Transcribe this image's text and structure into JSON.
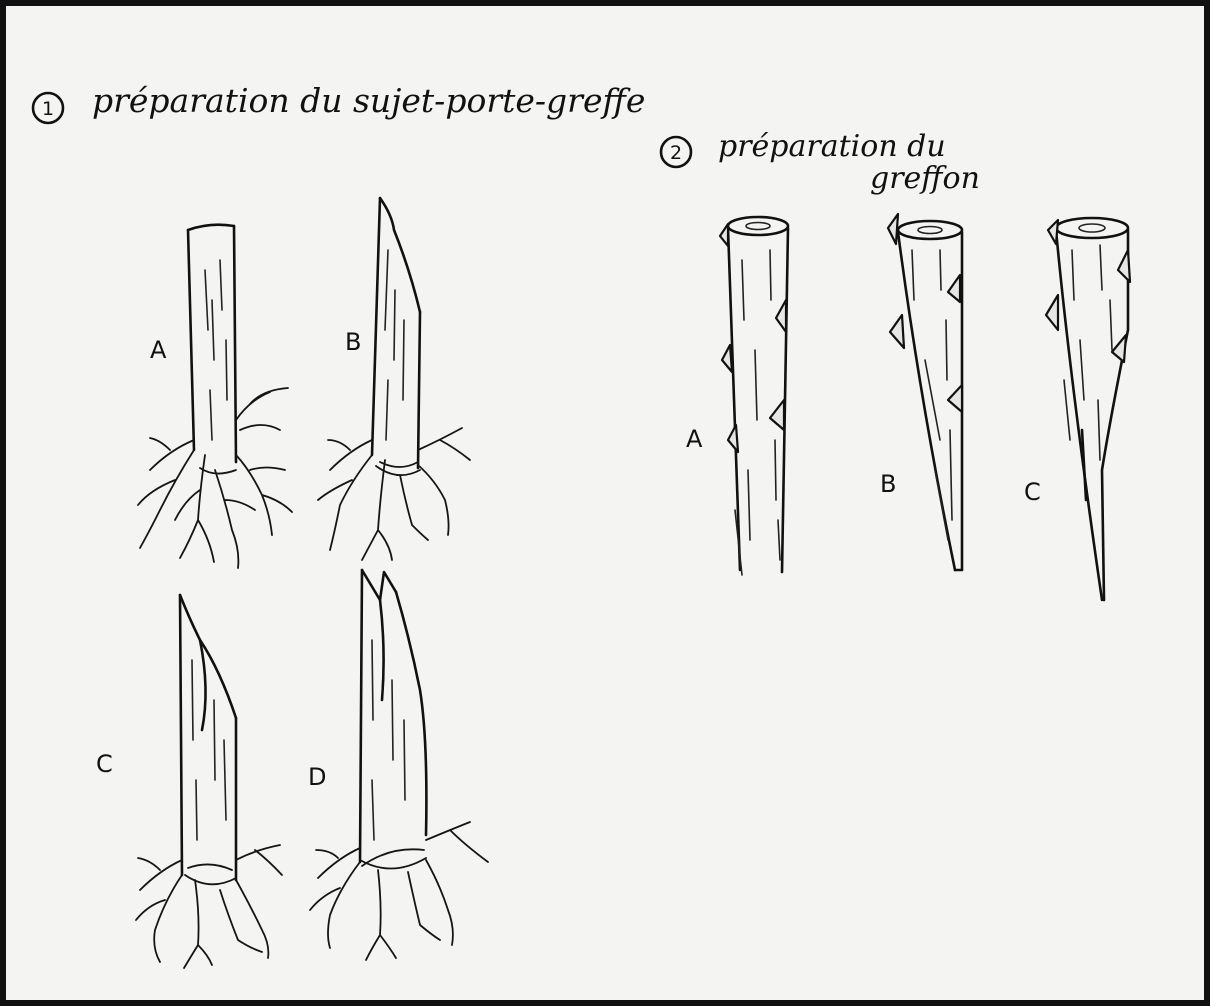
{
  "section1": {
    "number": "1",
    "title": "préparation du sujet-porte-greffe"
  },
  "section2": {
    "number": "2",
    "title_line1": "préparation du",
    "title_line2": "greffon"
  },
  "rootstock_labels": [
    "A",
    "B",
    "C",
    "D"
  ],
  "scion_labels": [
    "A",
    "B",
    "C"
  ],
  "colors": {
    "ink": "#111111",
    "paper": "#f4f4f2",
    "border": "#111111"
  }
}
